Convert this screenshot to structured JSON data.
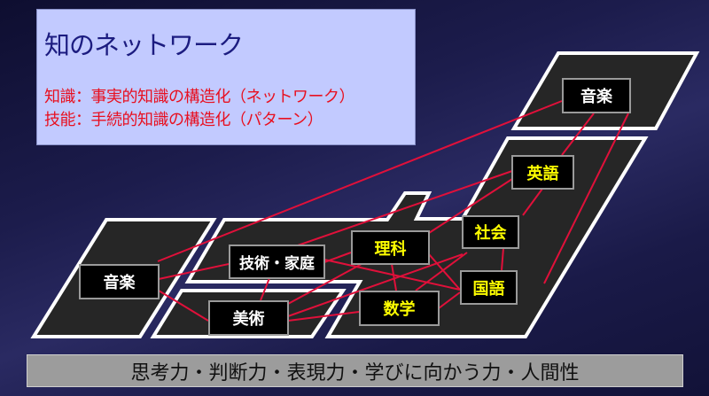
{
  "header": {
    "title": "知のネットワーク",
    "line1": "知識：事実的知識の構造化（ネットワーク）",
    "line2": "技能：手続的知識の構造化（パターン）"
  },
  "nodes": {
    "music_top": "音楽",
    "english": "英語",
    "social": "社会",
    "japanese": "国語",
    "science": "理科",
    "math": "数学",
    "tech_home": "技術・家庭",
    "art": "美術",
    "music_left": "音楽"
  },
  "footer": "思考力・判断力・表現力・学びに向かう力・人間性",
  "colors": {
    "link": "#e0103a",
    "highlight_text": "#ffff00",
    "region_fill": "#262626"
  }
}
